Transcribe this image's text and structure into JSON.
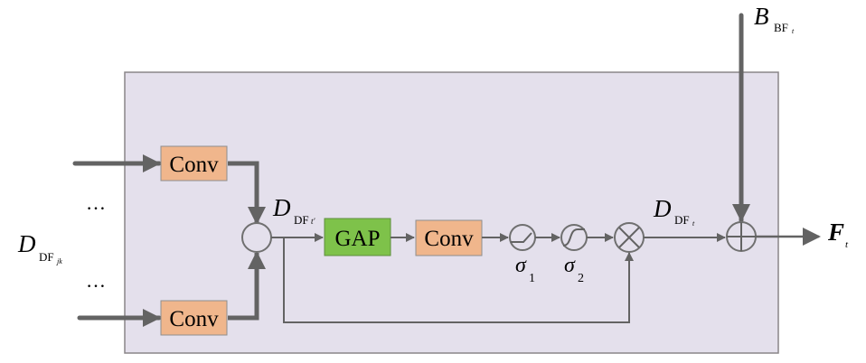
{
  "diagram": {
    "title": "",
    "input": {
      "main": "D",
      "sub": "DF",
      "subsub": "jk"
    },
    "ellipsis_top": "…",
    "ellipsis_bottom": "…",
    "conv_top": "Conv",
    "conv_bottom": "Conv",
    "concat_label": {
      "main": "D",
      "sub": "DF",
      "subsub": "t′"
    },
    "gap": "GAP",
    "conv_mid": "Conv",
    "sigma1": {
      "main": "σ",
      "sub": "1"
    },
    "sigma2": {
      "main": "σ",
      "sub": "2"
    },
    "mult_label": {
      "main": "D",
      "sub": "DF",
      "subsub": "t"
    },
    "bf_label": {
      "main": "B",
      "sub": "BF",
      "subsub": "t"
    },
    "output": {
      "main": "F",
      "sub": "t"
    },
    "colors": {
      "panel": "#e4e0ec",
      "conv": "#f0b68c",
      "gap": "#7ec24a",
      "line": "#636363"
    }
  }
}
